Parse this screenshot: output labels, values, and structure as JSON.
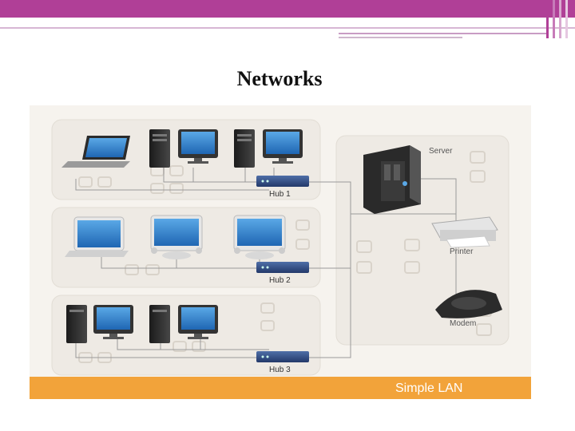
{
  "slide": {
    "title": "Networks"
  },
  "diagram": {
    "caption": "Simple LAN",
    "hubs": [
      "Hub 1",
      "Hub 2",
      "Hub 3"
    ],
    "devices": {
      "server": "Server",
      "printer": "Printer",
      "modem": "Modem"
    }
  },
  "colors": {
    "accent": "#b03f97",
    "banner": "#f2a33a",
    "panel": "#eeeae4"
  }
}
